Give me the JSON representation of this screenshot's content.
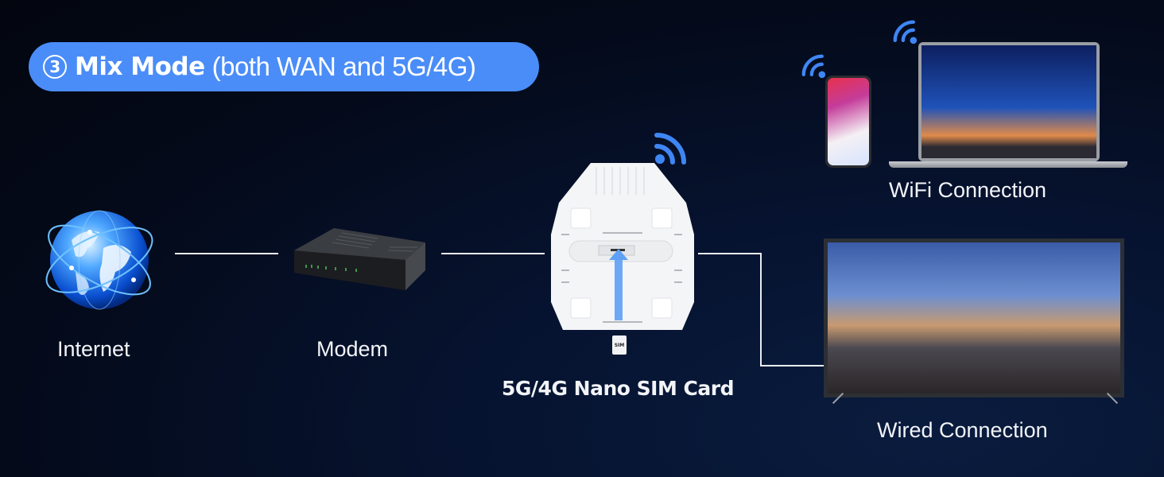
{
  "header": {
    "step_number": "3",
    "mode_name": "Mix Mode",
    "mode_description": "(both WAN and 5G/4G)",
    "background_color": "#4a8df8"
  },
  "nodes": {
    "internet": {
      "label": "Internet",
      "icon": "globe-icon"
    },
    "modem": {
      "label": "Modem",
      "icon": "modem-icon"
    },
    "router": {
      "label": "5G/4G Nano SIM Card",
      "icon": "router-icon",
      "sim_label": "SIM"
    },
    "wifi_devices": {
      "label": "WiFi Connection",
      "icons": [
        "smartphone-icon",
        "laptop-icon"
      ]
    },
    "wired_device": {
      "label": "Wired Connection",
      "icon": "tv-icon"
    }
  },
  "colors": {
    "accent": "#3f86f5",
    "line": "#e8ecf2",
    "background_dark": "#03060f",
    "background_light": "#0a1c3e"
  }
}
